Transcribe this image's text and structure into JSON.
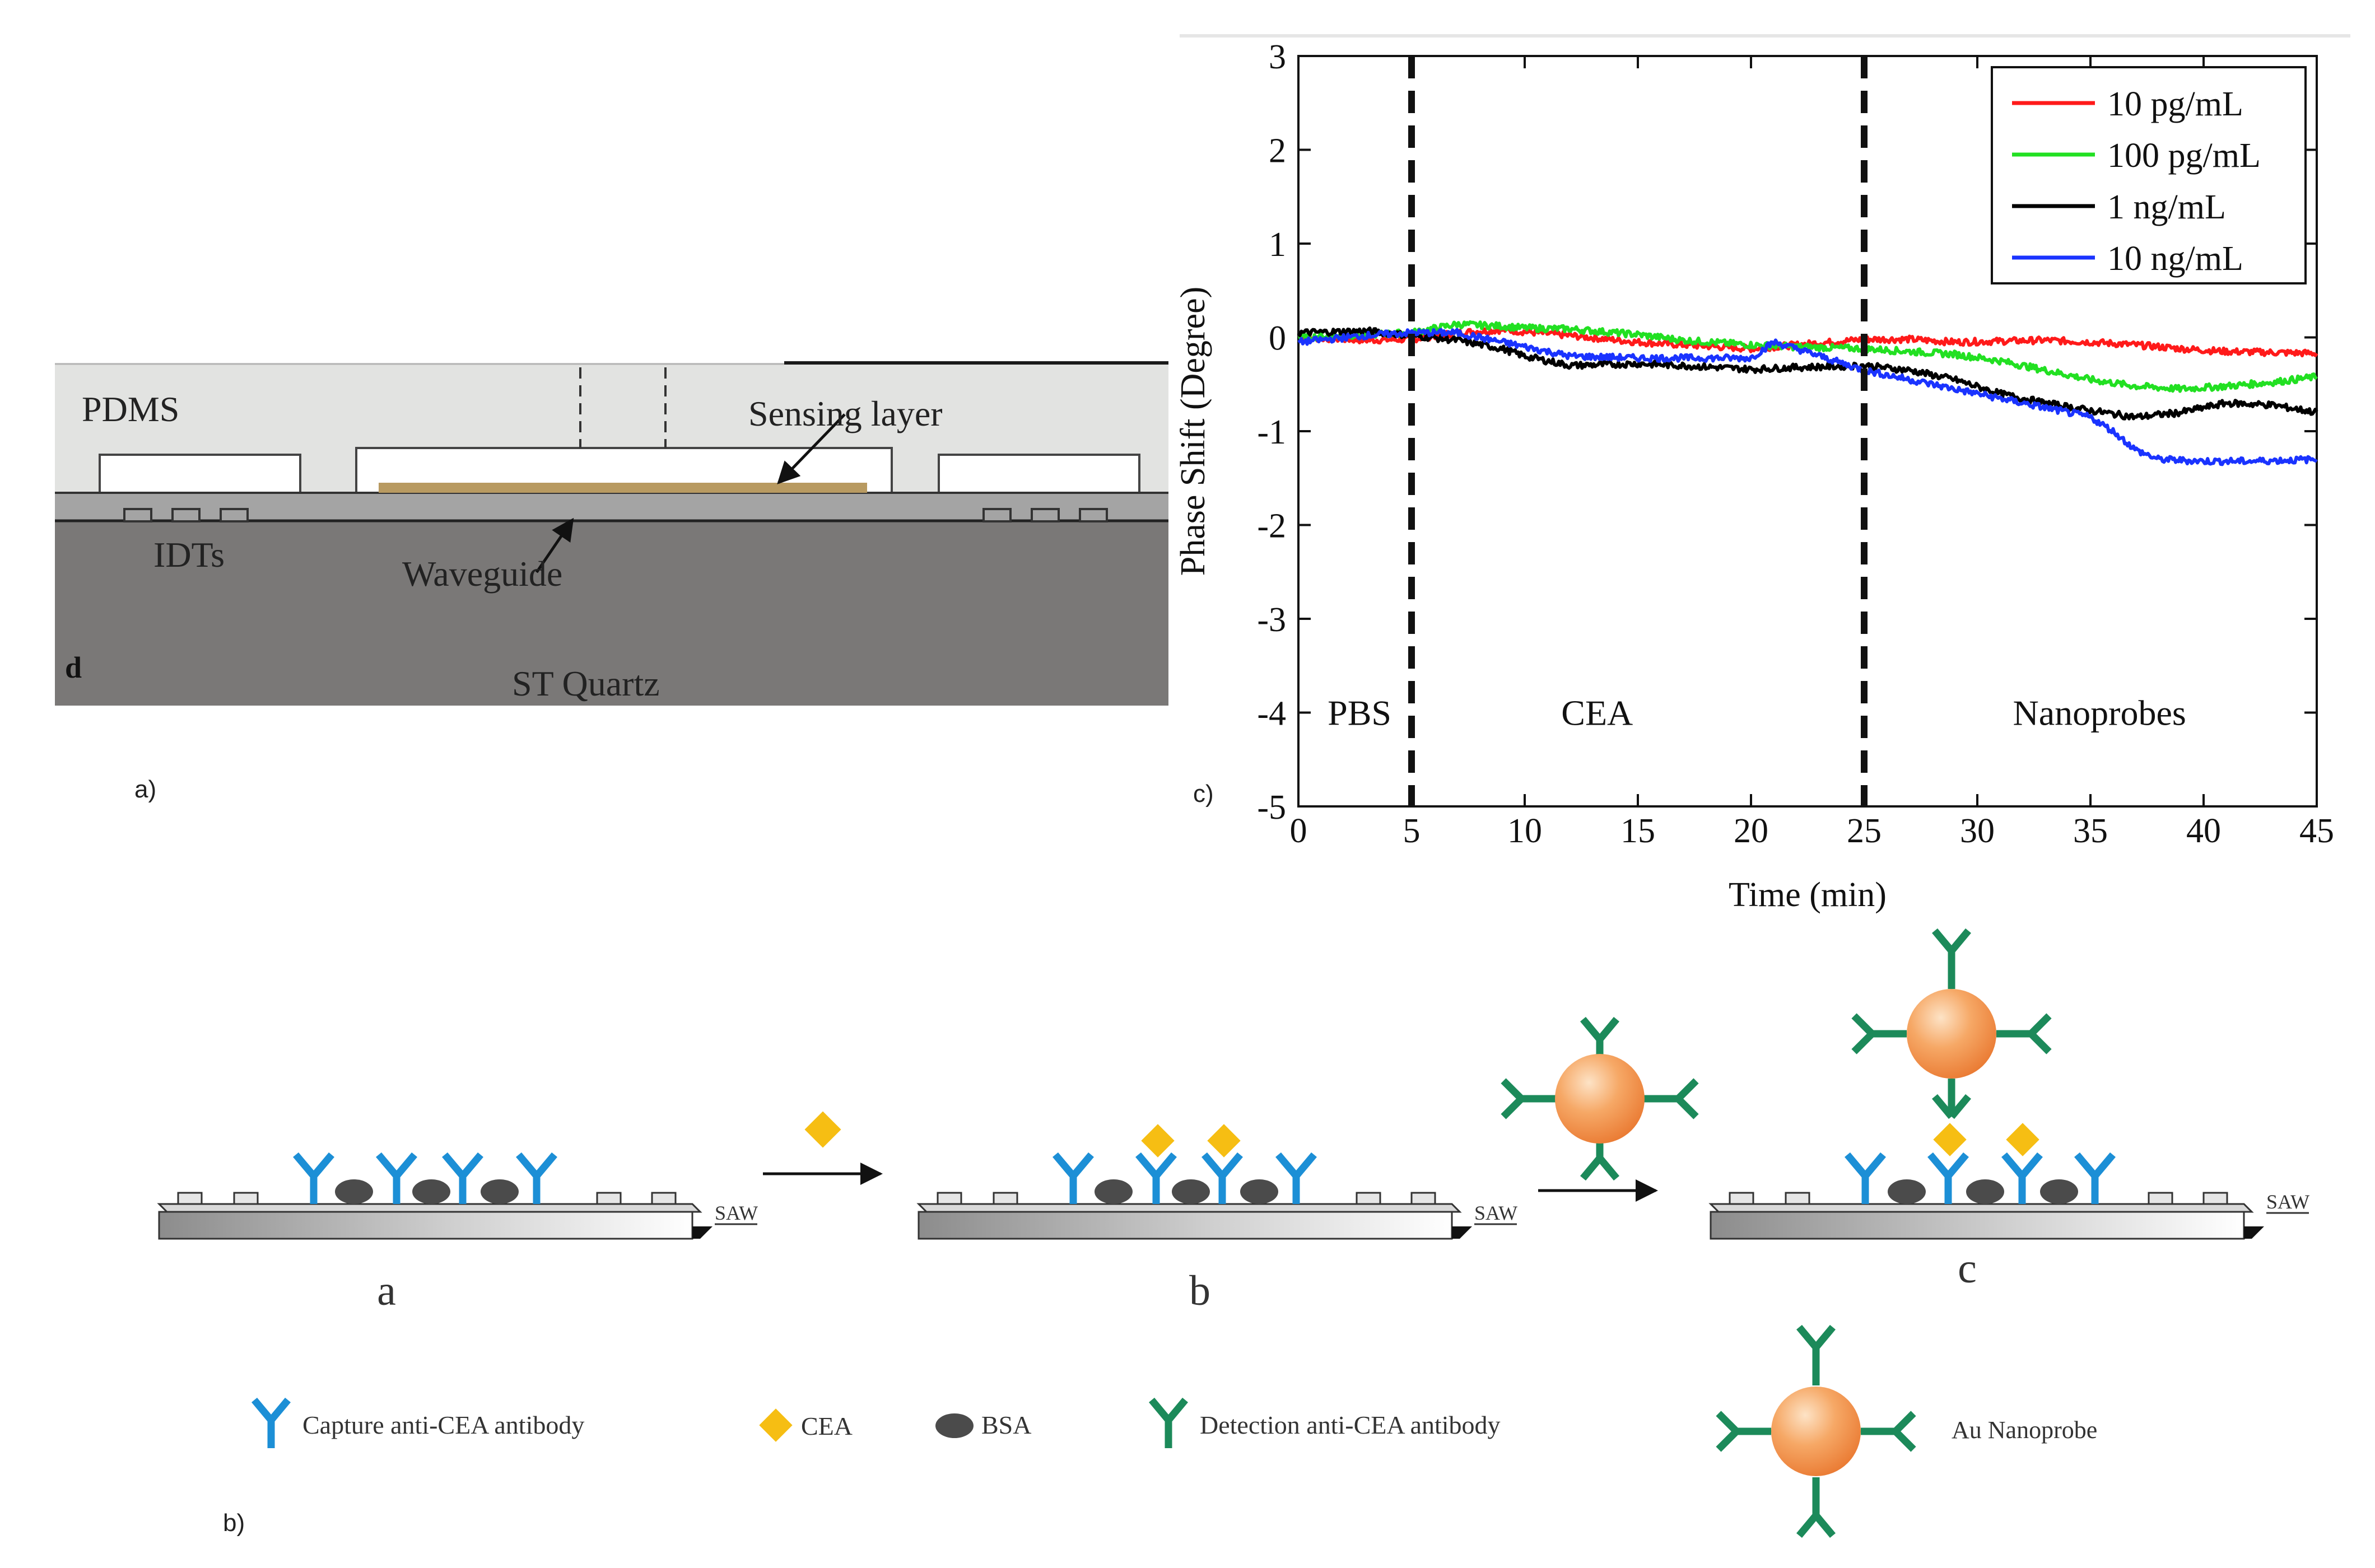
{
  "panel_labels": {
    "a": "a)",
    "b": "b)",
    "c": "c)"
  },
  "device": {
    "corner_label": "d",
    "pdms": "PDMS",
    "sensing_layer": "Sensing layer",
    "idts": "IDTs",
    "waveguide": "Waveguide",
    "substrate": "ST Quartz",
    "colors": {
      "pdms": "#e2e3e1",
      "quartz": "#7a7877",
      "waveguide": "#a4a4a4",
      "sensing": "#b89a61"
    }
  },
  "schematic": {
    "steps": [
      "a",
      "b",
      "c"
    ],
    "saw_label": "SAW",
    "legend": {
      "capture": "Capture anti-CEA antibody",
      "cea": "CEA",
      "bsa": "BSA",
      "detection": "Detection anti-CEA antibody",
      "nanoprobe": "Au Nanoprobe"
    },
    "colors": {
      "capture": "#1c8fd6",
      "detection": "#1c8a5a",
      "cea": "#f6be13",
      "bsa": "#4b4b4b",
      "gold": "#f08f45"
    }
  },
  "chart_data": {
    "type": "line",
    "title": "",
    "xlabel": "Time (min)",
    "ylabel": "Phase Shift (Degree)",
    "xlim": [
      0,
      45
    ],
    "ylim": [
      -5,
      3
    ],
    "xticks": [
      0,
      5,
      10,
      15,
      20,
      25,
      30,
      35,
      40,
      45
    ],
    "yticks": [
      -5,
      -4,
      -3,
      -2,
      -1,
      0,
      1,
      2,
      3
    ],
    "grid": false,
    "legend_position": "top-right",
    "phase_markers": [
      5,
      25
    ],
    "phase_labels": [
      {
        "text": "PBS",
        "x": 2.7
      },
      {
        "text": "CEA",
        "x": 13.2
      },
      {
        "text": "Nanoprobes",
        "x": 35.4
      }
    ],
    "series": [
      {
        "name": "10 pg/mL",
        "color": "#ff1a1a",
        "x": [
          0,
          3,
          5,
          7,
          9,
          10,
          12,
          15,
          17,
          20,
          22,
          25,
          27,
          29,
          31,
          33,
          35,
          37,
          39,
          41,
          43,
          45
        ],
        "y": [
          0.0,
          -0.03,
          -0.02,
          0.05,
          0.08,
          0.06,
          0.02,
          -0.05,
          -0.08,
          -0.12,
          -0.08,
          -0.02,
          -0.02,
          -0.05,
          -0.04,
          -0.03,
          -0.05,
          -0.08,
          -0.12,
          -0.15,
          -0.16,
          -0.17
        ]
      },
      {
        "name": "100 pg/mL",
        "color": "#22e022",
        "x": [
          0,
          3,
          5,
          7,
          9,
          10,
          12,
          15,
          17,
          20,
          22,
          25,
          27,
          29,
          31,
          33,
          35,
          37,
          39,
          41,
          43,
          45
        ],
        "y": [
          0.0,
          0.03,
          0.05,
          0.14,
          0.12,
          0.1,
          0.09,
          0.03,
          -0.03,
          -0.08,
          -0.1,
          -0.12,
          -0.15,
          -0.18,
          -0.25,
          -0.35,
          -0.45,
          -0.52,
          -0.55,
          -0.52,
          -0.48,
          -0.42
        ]
      },
      {
        "name": "1 ng/mL",
        "color": "#000000",
        "x": [
          0,
          3,
          5,
          7,
          9,
          10,
          12,
          15,
          17,
          20,
          22,
          25,
          27,
          29,
          31,
          33,
          35,
          37,
          39,
          41,
          43,
          45
        ],
        "y": [
          0.05,
          0.07,
          0.02,
          -0.03,
          -0.12,
          -0.2,
          -0.3,
          -0.28,
          -0.3,
          -0.34,
          -0.32,
          -0.3,
          -0.35,
          -0.45,
          -0.6,
          -0.7,
          -0.78,
          -0.85,
          -0.8,
          -0.7,
          -0.72,
          -0.8
        ]
      },
      {
        "name": "10 ng/mL",
        "color": "#1a33ff",
        "x": [
          0,
          3,
          5,
          7,
          9,
          10,
          12,
          15,
          17,
          20,
          21,
          22,
          25,
          27,
          29,
          31,
          33,
          35,
          36,
          37,
          38,
          40,
          42,
          45
        ],
        "y": [
          -0.05,
          0.02,
          0.05,
          0.05,
          -0.05,
          -0.1,
          -0.2,
          -0.22,
          -0.22,
          -0.22,
          -0.05,
          -0.12,
          -0.35,
          -0.45,
          -0.55,
          -0.65,
          -0.75,
          -0.85,
          -1.0,
          -1.2,
          -1.3,
          -1.32,
          -1.32,
          -1.3
        ]
      }
    ]
  }
}
